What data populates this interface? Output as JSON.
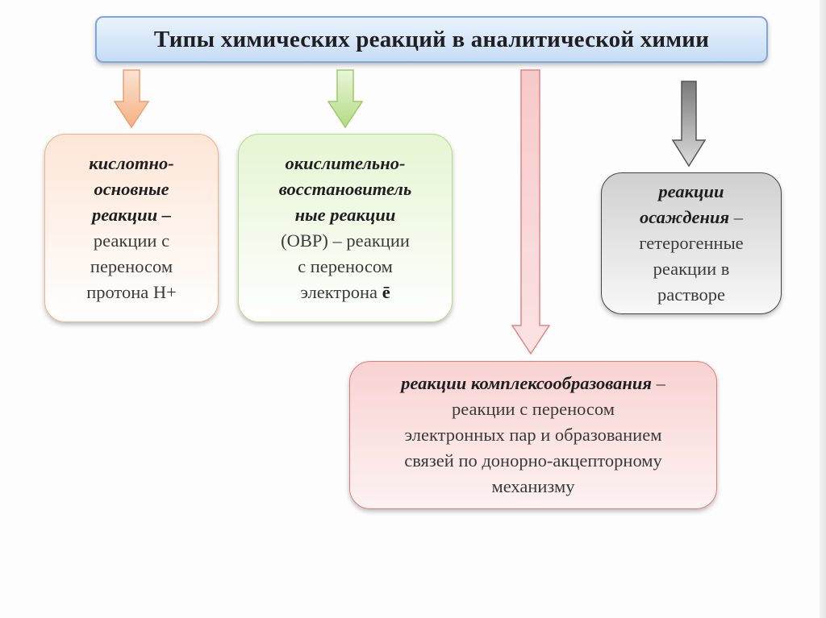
{
  "title": "Типы химических реакций в аналитической химии",
  "boxes": {
    "acid_base": {
      "term_line1": "кислотно-",
      "term_line2": "основные",
      "term_line3": "реакции –",
      "def_line1": "реакции с",
      "def_line2": "переносом",
      "def_line3": "протона Н+"
    },
    "redox": {
      "term_line1": "окислительно-",
      "term_line2": "восстановитель",
      "term_line3": "ные реакции",
      "abbr": "(ОВР) – реакции",
      "def_line1": "с переносом",
      "def_line2": "электрона",
      "electron_symbol": "ē"
    },
    "precipitation": {
      "term_line1": "реакции",
      "term_line2": "осаждения",
      "dash": " –",
      "def_line1": "гетерогенные",
      "def_line2": "реакции в",
      "def_line3": "растворе"
    },
    "complexation": {
      "term": "реакции комплексообразования",
      "dash": " –",
      "def_line1": "реакции с переносом",
      "def_line2": "электронных пар и образованием",
      "def_line3": "связей по донорно-акцепторному",
      "def_line4": "механизму"
    }
  },
  "colors": {
    "title_fill": "#c6dcf5",
    "acid_base_arrow": "#f6b58c",
    "redox_arrow": "#b5dc86",
    "complexation_arrow": "#ef9a9a",
    "precipitation_arrow": "#9a9a9a"
  }
}
